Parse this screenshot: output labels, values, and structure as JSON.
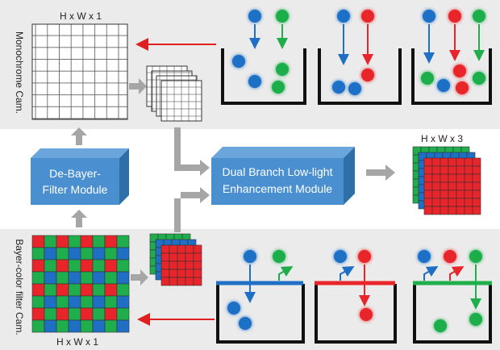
{
  "top_band": {
    "side_label": "Monochrome Cam.",
    "sensor_size_label": "H x W x 1"
  },
  "bottom_band": {
    "side_label": "Bayer-color filter Cam.",
    "sensor_size_label": "H x W x 1"
  },
  "debayer_module": {
    "line1": "De-Bayer-",
    "line2": "Filter Module"
  },
  "enhancement_module": {
    "line1": "Dual Branch Low-light",
    "line2": "Enhancement Module"
  },
  "output": {
    "size_label": "H x W x 3"
  },
  "colors": {
    "band_bg": "#ebebeb",
    "box_fill": "#4a90d0",
    "box_side": "#2e6fa8",
    "arrow_red": "#e02020",
    "arrow_gray": "#a6a6a6",
    "blue": "#1f6fc5",
    "red": "#e8252a",
    "green": "#1fae4b"
  }
}
